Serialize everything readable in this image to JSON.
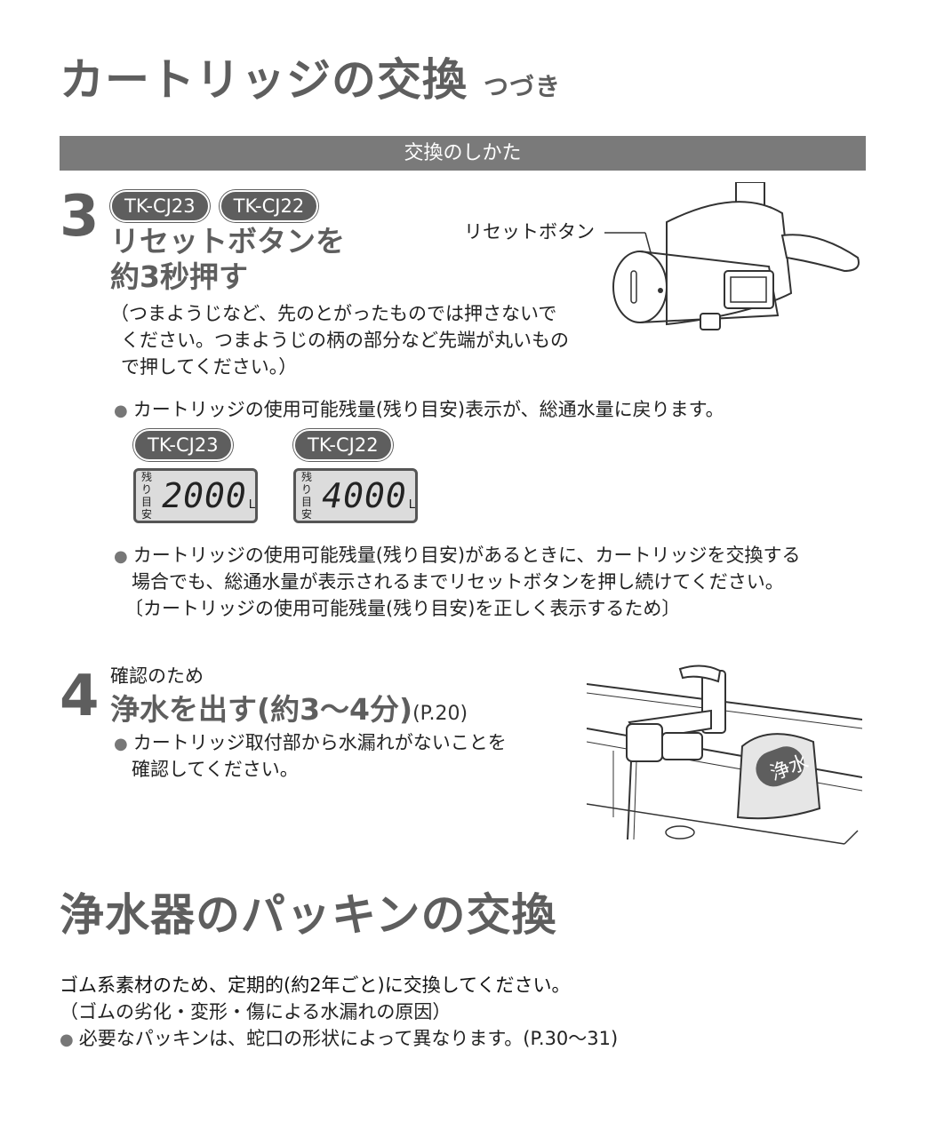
{
  "page": {
    "title": "カートリッジの交換",
    "title_suffix": "つづき",
    "section_banner": "交換のしかた"
  },
  "step3": {
    "number": "3",
    "models": [
      "TK-CJ23",
      "TK-CJ22"
    ],
    "heading_line1": "リセットボタンを",
    "heading_line2": "約3秒押す",
    "note_line1": "（つまようじなど、先のとがったものでは押さないで",
    "note_line2": "ください。つまようじの柄の部分など先端が丸いもの",
    "note_line3": "で押してください。）",
    "illustration_label": "リセットボタン",
    "bullet1": "カートリッジの使用可能残量(残り目安)表示が、総通水量に戻ります。",
    "displays": [
      {
        "model": "TK-CJ23",
        "tag_line1": "残り",
        "tag_line2": "目安",
        "value": "2000",
        "unit": "L"
      },
      {
        "model": "TK-CJ22",
        "tag_line1": "残り",
        "tag_line2": "目安",
        "value": "4000",
        "unit": "L"
      }
    ],
    "bullet2_line1": "カートリッジの使用可能残量(残り目安)があるときに、カートリッジを交換する",
    "bullet2_line2": "場合でも、総通水量が表示されるまでリセットボタンを押し続けてください。",
    "bullet2_line3": "〔カートリッジの使用可能残量(残り目安)を正しく表示するため〕"
  },
  "step4": {
    "number": "4",
    "pre_heading": "確認のため",
    "heading": "浄水を出す(約3〜4分)",
    "page_ref": "(P.20)",
    "bullet_line1": "カートリッジ取付部から水漏れがないことを",
    "bullet_line2": "確認してください。",
    "illustration_label": "浄水"
  },
  "section2": {
    "title": "浄水器のパッキンの交換",
    "line1": "ゴム系素材のため、定期的(約2年ごと)に交換してください。",
    "line2": "（ゴムの劣化・変形・傷による水漏れの原因）",
    "bullet": "必要なパッキンは、蛇口の形状によって異なります。(P.30〜31)"
  }
}
